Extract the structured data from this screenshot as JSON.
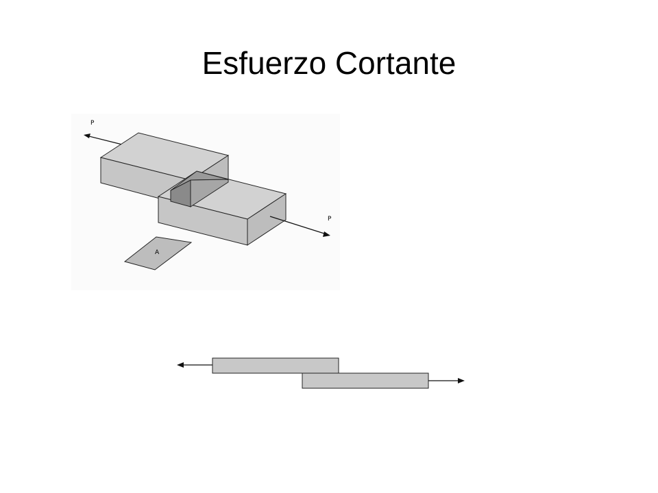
{
  "slide": {
    "title": "Esfuerzo Cortante"
  },
  "iso_figure": {
    "force_label_left": "P",
    "force_label_right": "P",
    "area_label": "A"
  },
  "colors": {
    "block_top": "#cfcfcf",
    "block_front": "#c4c4c4",
    "overlap": "#8a8a8a",
    "area_face": "#bdbdbd",
    "outline": "#222222",
    "side_bar": "#c8c8c8"
  }
}
